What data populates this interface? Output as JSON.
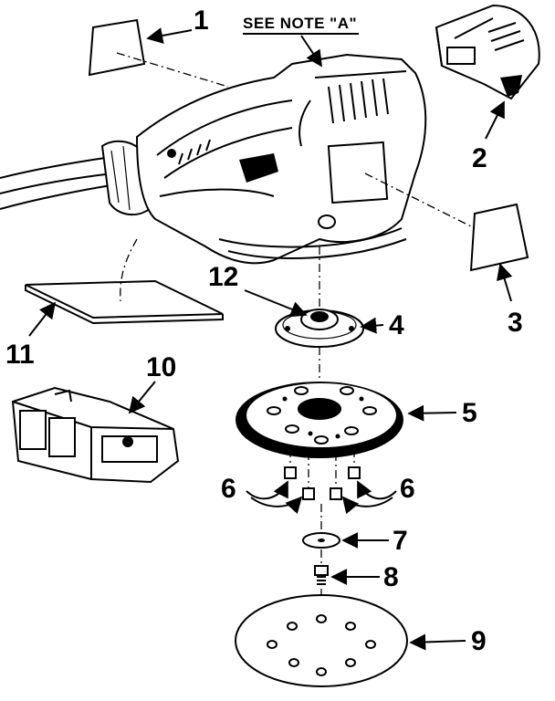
{
  "note": {
    "text": "SEE NOTE \"A\""
  },
  "callouts": {
    "c1": "1",
    "c2": "2",
    "c3": "3",
    "c4": "4",
    "c5": "5",
    "c6_left": "6",
    "c6_right": "6",
    "c7": "7",
    "c8": "8",
    "c9": "9",
    "c10": "10",
    "c11": "11",
    "c12": "12"
  },
  "colors": {
    "ink": "#000000",
    "paper": "#ffffff"
  }
}
